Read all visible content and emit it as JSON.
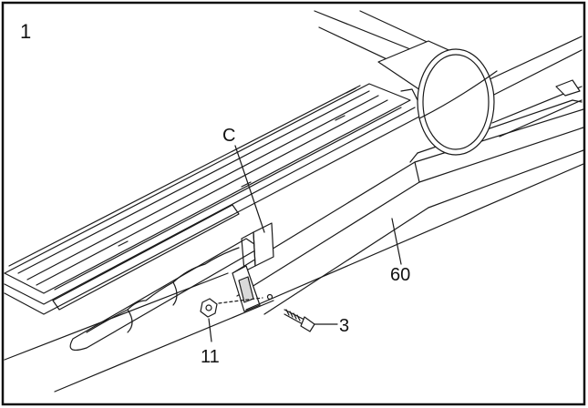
{
  "step_number": "1",
  "callouts": {
    "c": "C",
    "part60": "60",
    "part3": "3",
    "part11": "11"
  },
  "colors": {
    "line": "#1a1a1a",
    "frame": "#111111",
    "fill": "#ffffff",
    "shade": "#d9d9d9"
  }
}
